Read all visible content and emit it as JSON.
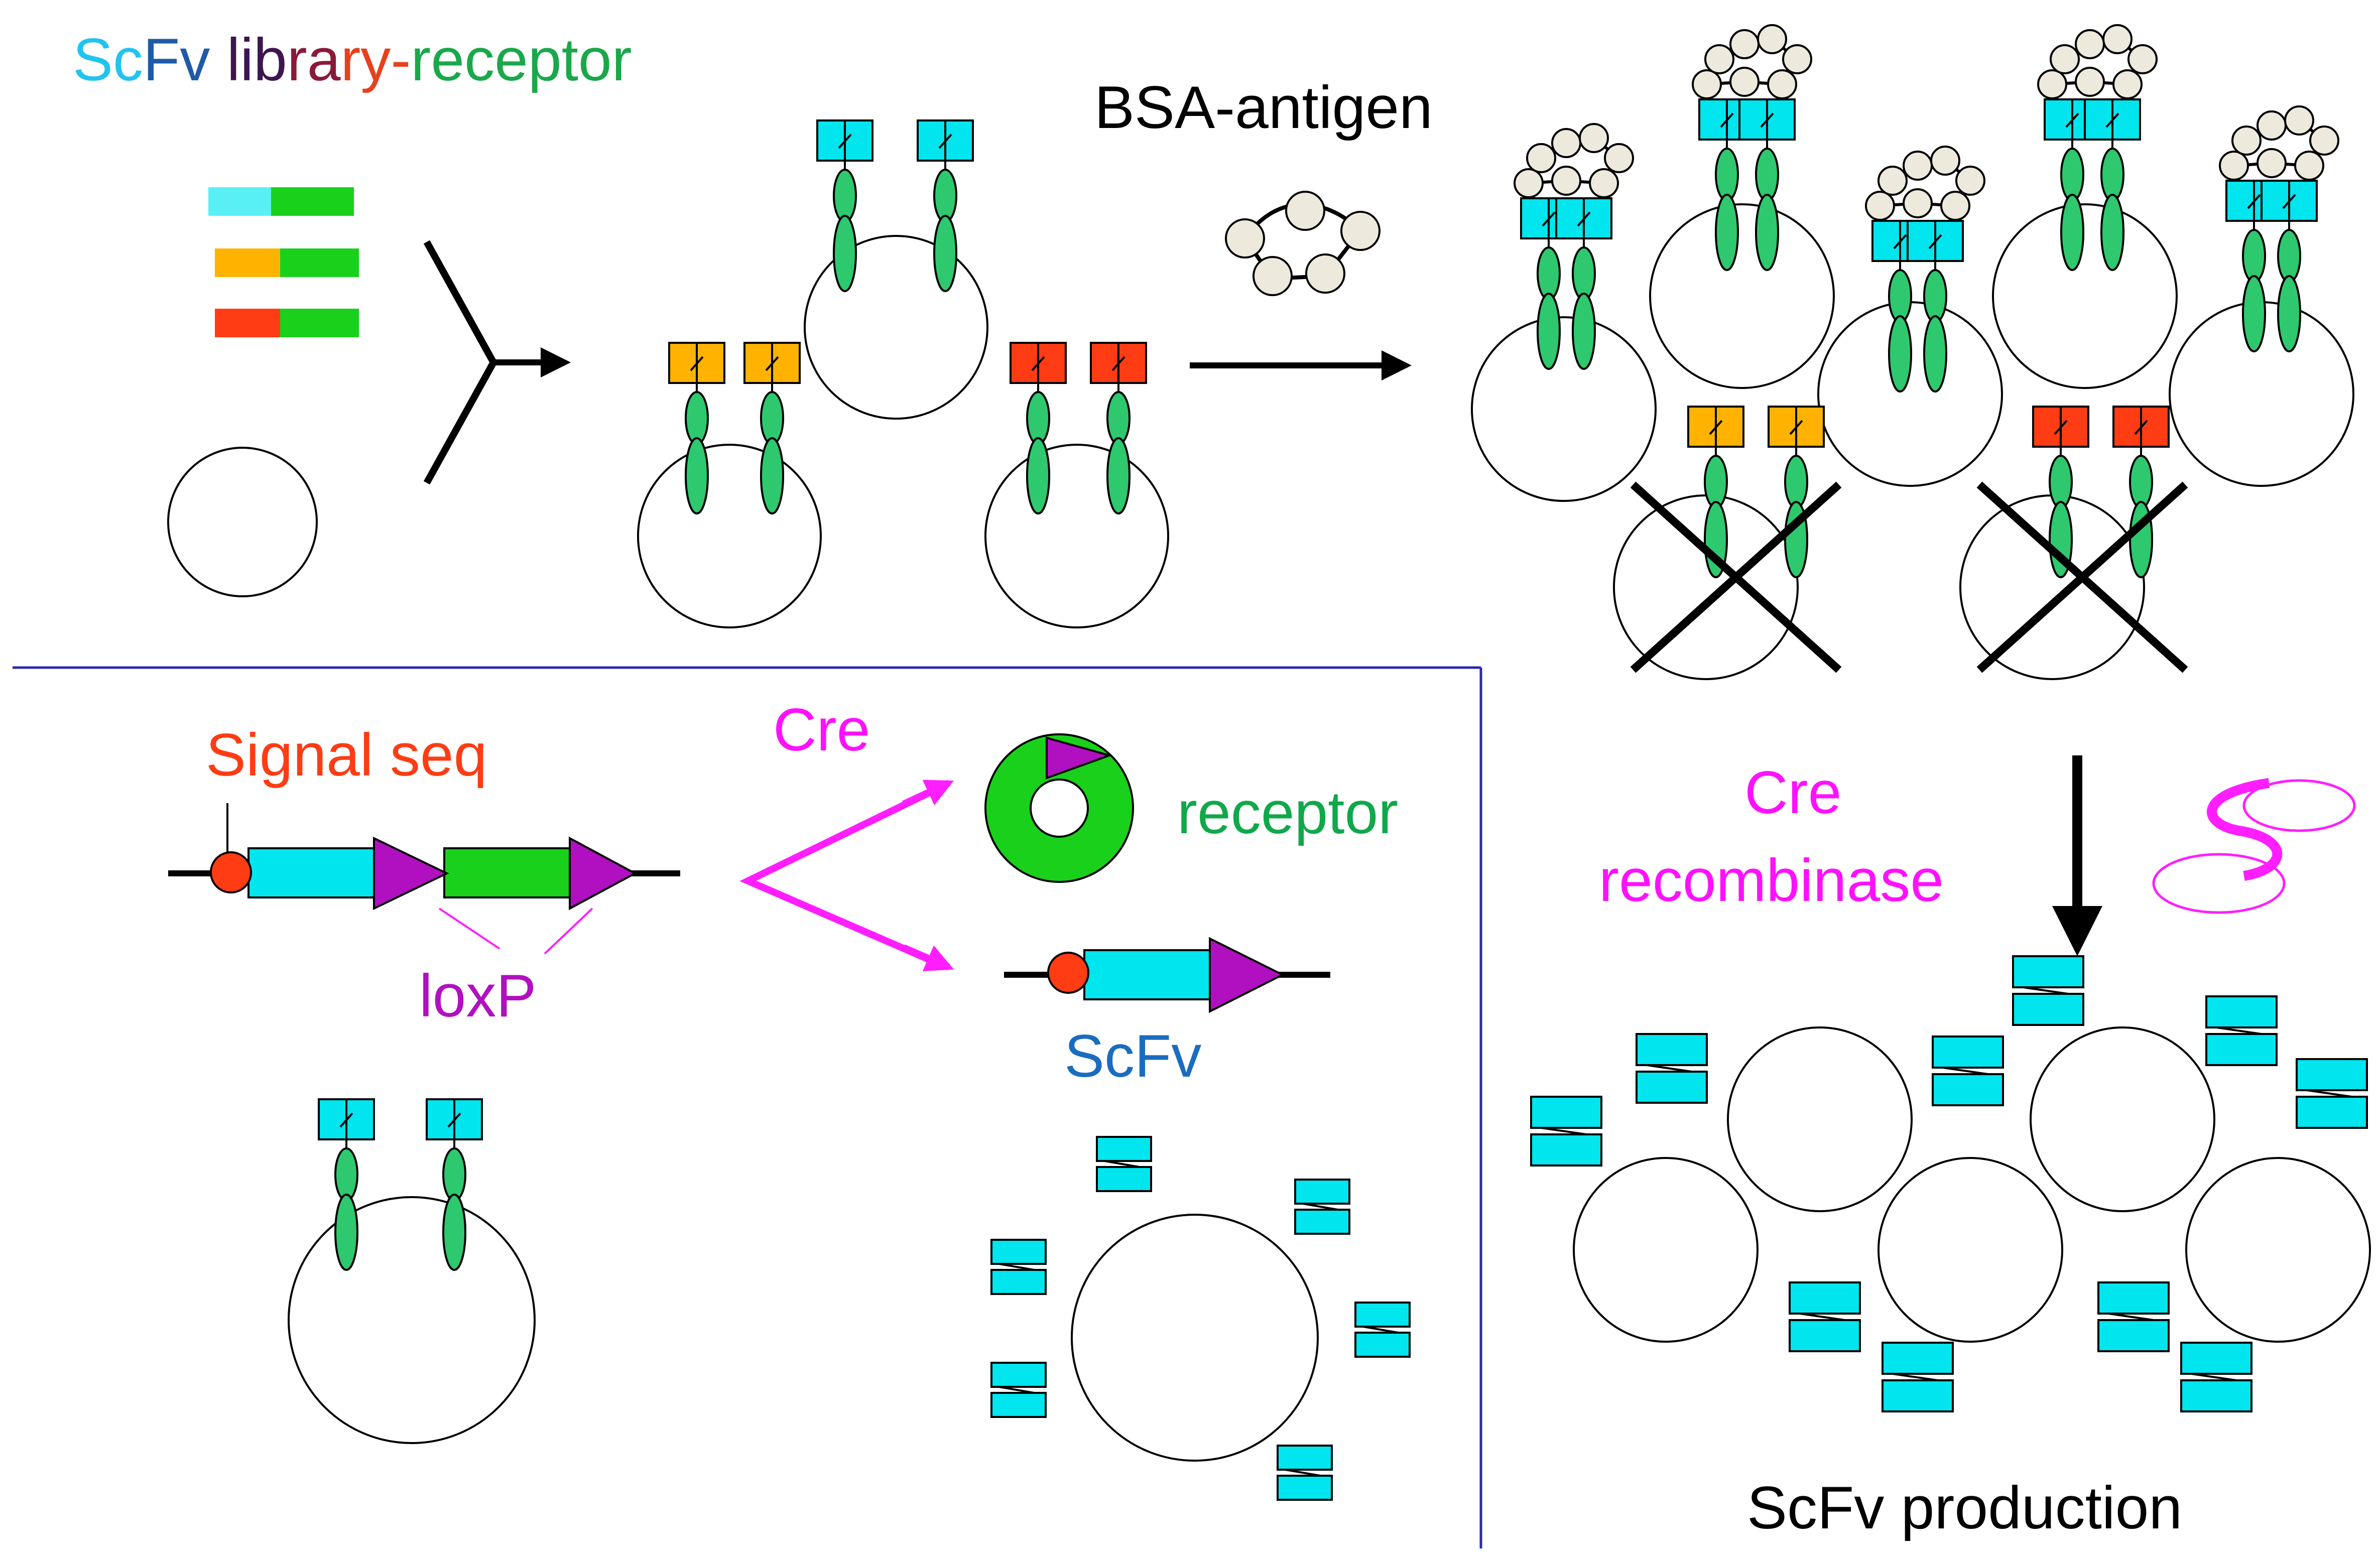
{
  "title": {
    "parts": [
      {
        "text": "Sc",
        "color": "#22c3ee"
      },
      {
        "text": "Fv",
        "color": "#1e5aa8"
      },
      {
        "text": " lib",
        "color": "#3d1650"
      },
      {
        "text": "ra",
        "color": "#8a1a3a"
      },
      {
        "text": "ry-",
        "color": "#e8401c"
      },
      {
        "text": "receptor",
        "color": "#1aa84a"
      }
    ]
  },
  "labels": {
    "bsa_antigen": "BSA-antigen",
    "signal_seq": "Signal seq",
    "loxp": "loxP",
    "cre": "Cre",
    "receptor": "receptor",
    "scfv": "ScFv",
    "cre_recombinase_line1": "Cre",
    "cre_recombinase_line2": "recombinase",
    "scfv_production": "ScFv production"
  },
  "colors": {
    "cyan": "#00e5ee",
    "green": "#19d11a",
    "orange": "#ffb300",
    "red": "#ff3c14",
    "magenta": "#ff1eff",
    "purple": "#b010c0",
    "ellipse_green": "#2ec86e",
    "antigen": "#ede9dc",
    "divider": "#2a2ab0",
    "label_red": "#ff3c14",
    "label_magenta": "#ff10ff",
    "label_green": "#10a84a",
    "label_blue": "#1a6cc0"
  }
}
